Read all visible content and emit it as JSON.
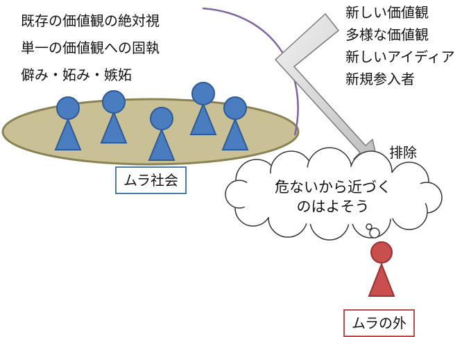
{
  "left_text": [
    "既存の価値観の絶対視",
    "単一の価値観への固執",
    "僻み・妬み・嫉妬"
  ],
  "right_text": [
    "新しい価値観",
    "多様な価値観",
    "新しいアイディア",
    "新規参入者"
  ],
  "arrow_label": "排除",
  "village_label": "ムラ社会",
  "thought": [
    "危ないから近づく",
    "のはよそう"
  ],
  "outsider_label": "ムラの外",
  "colors": {
    "disc_fill": "#c9c095",
    "disc_stroke": "#8a8253",
    "villager": "#4a7cc0",
    "villager_stroke": "#2c5a95",
    "outsider": "#c94f4f",
    "outsider_stroke": "#9a3030",
    "dome_arc": "#8064a2",
    "arrow_fill": "#d8d8d8"
  }
}
